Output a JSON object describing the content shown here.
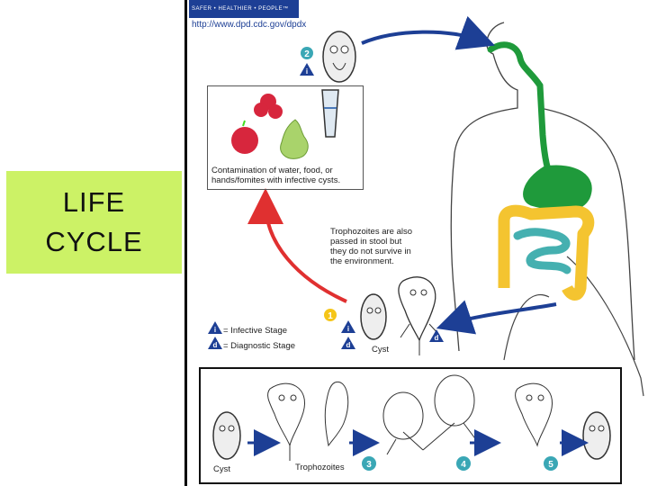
{
  "slide": {
    "title_line1": "LIFE",
    "title_line2": "CYCLE"
  },
  "diagram": {
    "header_banner": "SAFER • HEALTHIER • PEOPLE™",
    "url": "http://www.dpd.cdc.gov/dpdx",
    "contamination_line1": "Contamination of water, food, or",
    "contamination_line2": "hands/fomites with infective cysts.",
    "tropho_note_line1": "Trophozoites are also",
    "tropho_note_line2": "passed in stool but",
    "tropho_note_line3": "they do not survive in",
    "tropho_note_line4": "the environment.",
    "legend_infective": "= Infective Stage",
    "legend_diagnostic": "= Diagnostic Stage",
    "cyst_label": "Cyst",
    "bottom_cyst_label": "Cyst",
    "bottom_tropho_label": "Trophozoites",
    "step_1": "1",
    "step_2": "2",
    "step_3": "3",
    "step_4": "4",
    "step_5": "5",
    "marker_infective": "i",
    "marker_diagnostic": "d"
  },
  "colors": {
    "slide_box": "#ccf266",
    "arrow_blue": "#1d3f95",
    "arrow_red": "#e03030",
    "stomach_green": "#1f9a3b",
    "colon_yellow": "#f4c430",
    "intestine_teal": "#45b0b0",
    "step_yellow": "#f5c518",
    "step_teal": "#3aa7b5"
  }
}
